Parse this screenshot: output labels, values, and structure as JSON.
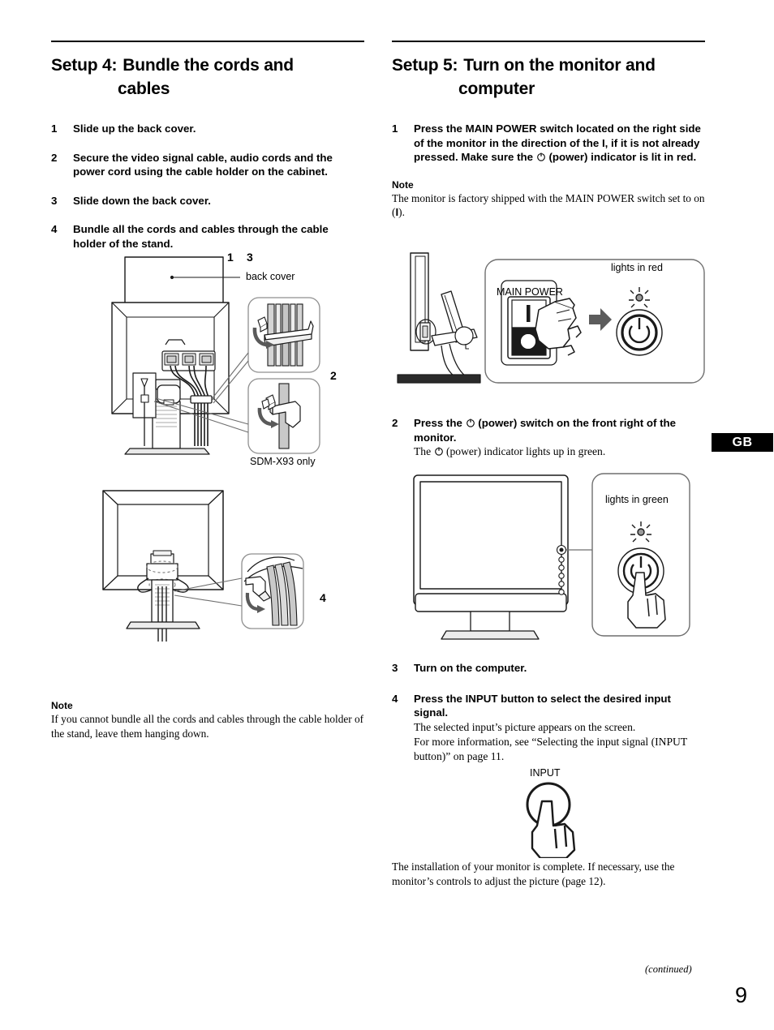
{
  "page": {
    "number": "9",
    "continued": "(continued)",
    "region_badge": "GB"
  },
  "left_column": {
    "heading": {
      "label": "Setup 4:",
      "line1": "Bundle the cords and",
      "line2": "cables"
    },
    "steps": [
      {
        "num": "1",
        "text": "Slide up the back cover."
      },
      {
        "num": "2",
        "text": "Secure the video signal cable, audio cords and the power cord using the cable holder on the cabinet."
      },
      {
        "num": "3",
        "text": "Slide down the back cover."
      },
      {
        "num": "4",
        "text": "Bundle all the cords and cables through the cable holder of the stand."
      }
    ],
    "figure1": {
      "callout_1": "1",
      "callout_3": "3",
      "callout_2": "2",
      "label_back_cover": "back cover",
      "label_model": "SDM-X93 only"
    },
    "figure2": {
      "callout_4": "4"
    },
    "note": {
      "title": "Note",
      "body": "If you cannot bundle all the cords and cables through the cable holder of the stand, leave them hanging down."
    }
  },
  "right_column": {
    "heading": {
      "label": "Setup 5:",
      "line1": "Turn on the monitor and",
      "line2": "computer"
    },
    "step1": {
      "num": "1",
      "part_a": "Press the MAIN POWER switch located on the right side of the monitor in the direction of the ",
      "i_symbol": "I",
      "part_b": ", if it is not already pressed. Make sure the ",
      "part_c": " (power) indicator is lit in red."
    },
    "note": {
      "title": "Note",
      "part_a": "The monitor is factory shipped with the MAIN POWER switch set to on (",
      "i_symbol": "I",
      "part_b": ")."
    },
    "figure_main_power": {
      "switch_label": "MAIN POWER",
      "indicator_label": "lights in red"
    },
    "step2": {
      "num": "2",
      "part_a": "Press the ",
      "part_b": " (power) switch on the front right of the monitor.",
      "sub_a": "The ",
      "sub_b": " (power) indicator lights up in green."
    },
    "figure_front": {
      "indicator_label": "lights in green"
    },
    "step3": {
      "num": "3",
      "text": "Turn on the computer."
    },
    "step4": {
      "num": "4",
      "text": "Press the INPUT button to select the desired input signal.",
      "sub1": "The selected input’s picture appears on the screen.",
      "sub2": "For more information, see “Selecting the input signal (INPUT button)” on page 11."
    },
    "figure_input": {
      "label": "INPUT"
    },
    "closing": "The installation of your monitor is complete. If necessary, use the monitor’s controls to adjust the picture (page 12)."
  },
  "colors": {
    "ink": "#000000",
    "paper": "#ffffff",
    "shade_light": "#e8e8e8",
    "shade_mid": "#c9c9c9",
    "shade_dark": "#9a9a9a"
  }
}
